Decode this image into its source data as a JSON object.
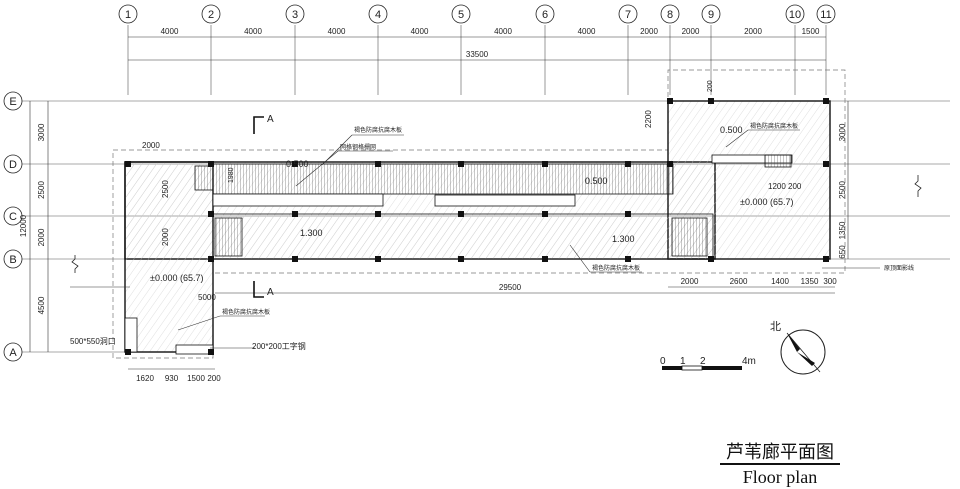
{
  "grid_columns": [
    "1",
    "2",
    "3",
    "4",
    "5",
    "6",
    "7",
    "8",
    "9",
    "10",
    "11"
  ],
  "grid_rows": [
    "E",
    "D",
    "C",
    "B",
    "A"
  ],
  "top_dimensions": [
    "4000",
    "4000",
    "4000",
    "4000",
    "4000",
    "4000",
    "2000",
    "2000",
    "2000",
    "1500"
  ],
  "overall_dimension": "33500",
  "left_dimensions": [
    "3000",
    "2500",
    "2000",
    "4500"
  ],
  "left_overall": "12000",
  "right_dimensions": [
    "3000",
    "2500",
    "1350",
    "650"
  ],
  "bottom_right_dimensions": [
    "2000",
    "2600",
    "1400",
    "1350",
    "300"
  ],
  "span_dimension": "29500",
  "bottom_left_dimensions": [
    "1620",
    "930",
    "1500",
    "200"
  ],
  "inner_dimensions": {
    "left_top": "2000",
    "left_v1": "2500",
    "left_v2": "2000",
    "stair_left": "1980",
    "lower_5000": "5000",
    "e_top": "200",
    "e_side": "2200",
    "stair_right_a": "1200",
    "stair_right_b": "200"
  },
  "elevations": [
    "0.500",
    "0.500",
    "0.500",
    "1.300",
    "1.300",
    "±0.000 (65.7)",
    "±0.000 (65.7)"
  ],
  "annotations": {
    "board1": "褐色防腐抗腐木板",
    "board2": "褐色防腐抗腐木板",
    "board3": "褐色防腐抗腐木板",
    "board4": "褐色防腐抗腐木板",
    "mesh": "网格钢格栅网",
    "hole": "500*550洞口",
    "beam": "200*200工字钢",
    "edge": "原顶面影线"
  },
  "section_marks": [
    "A",
    "A"
  ],
  "scale_bar": {
    "labels": [
      "0",
      "1",
      "2",
      "4m"
    ]
  },
  "north_label": "北",
  "title_zh": "芦苇廊平面图",
  "title_en": "Floor plan"
}
